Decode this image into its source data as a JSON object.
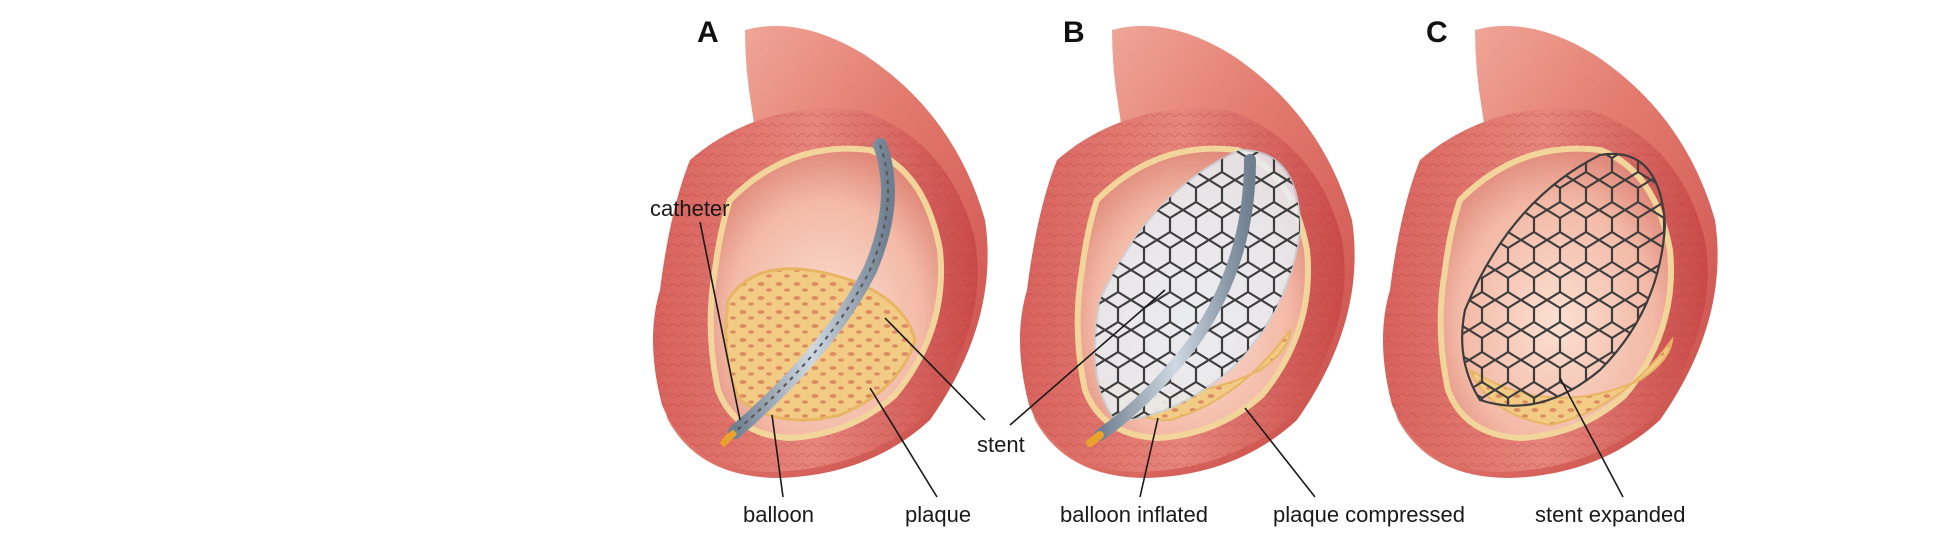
{
  "panels": [
    {
      "letter": "A"
    },
    {
      "letter": "B"
    },
    {
      "letter": "C"
    }
  ],
  "labels": {
    "catheter": "catheter",
    "balloon": "balloon",
    "plaque": "plaque",
    "stent": "stent",
    "balloon_inflated": "balloon inflated",
    "plaque_compressed": "plaque compressed",
    "stent_expanded": "stent expanded"
  },
  "colors": {
    "vessel_outer": "#e2776c",
    "vessel_highlight": "#f3b3a6",
    "vessel_wall": "#c9484a",
    "lumen": "#f6c9b8",
    "plaque": "#f0c77a",
    "stent_wire": "#444444",
    "catheter": "#9aa9b8",
    "catheter_tip": "#e9a22b"
  }
}
